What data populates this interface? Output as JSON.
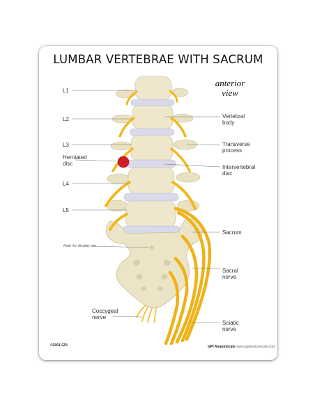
{
  "title": "LUMBAR VERTEBRAE WITH SACRUM",
  "view_label": [
    "anterior",
    "view"
  ],
  "left_labels": {
    "l1": "L1",
    "l2": "L2",
    "l3": "L3",
    "herniated": [
      "Herniated",
      "disc"
    ],
    "l4": "L4",
    "l5": "L5",
    "pin_hole": "Hole for display pin",
    "coccygeal": [
      "Coccygeal",
      "nerve"
    ]
  },
  "right_labels": {
    "vertebral_body": [
      "Vertebral",
      "body"
    ],
    "transverse_process": [
      "Transverse",
      "process"
    ],
    "intervertebral_disc": [
      "Intervertebral",
      "disc"
    ],
    "sacrum": "Sacrum",
    "sacral_nerve": [
      "Sacral",
      "nerve"
    ],
    "sciatic_nerve": [
      "Sciatic",
      "nerve"
    ]
  },
  "footer": {
    "copyright": "©2001 GPI",
    "brand": "GPI Anatomicals",
    "website": "www.gpianatomicals.com"
  },
  "colors": {
    "bone": "#ede6c9",
    "disc": "#dcdcec",
    "nerve": "#f2b81c",
    "herniation": "#d01e24"
  }
}
